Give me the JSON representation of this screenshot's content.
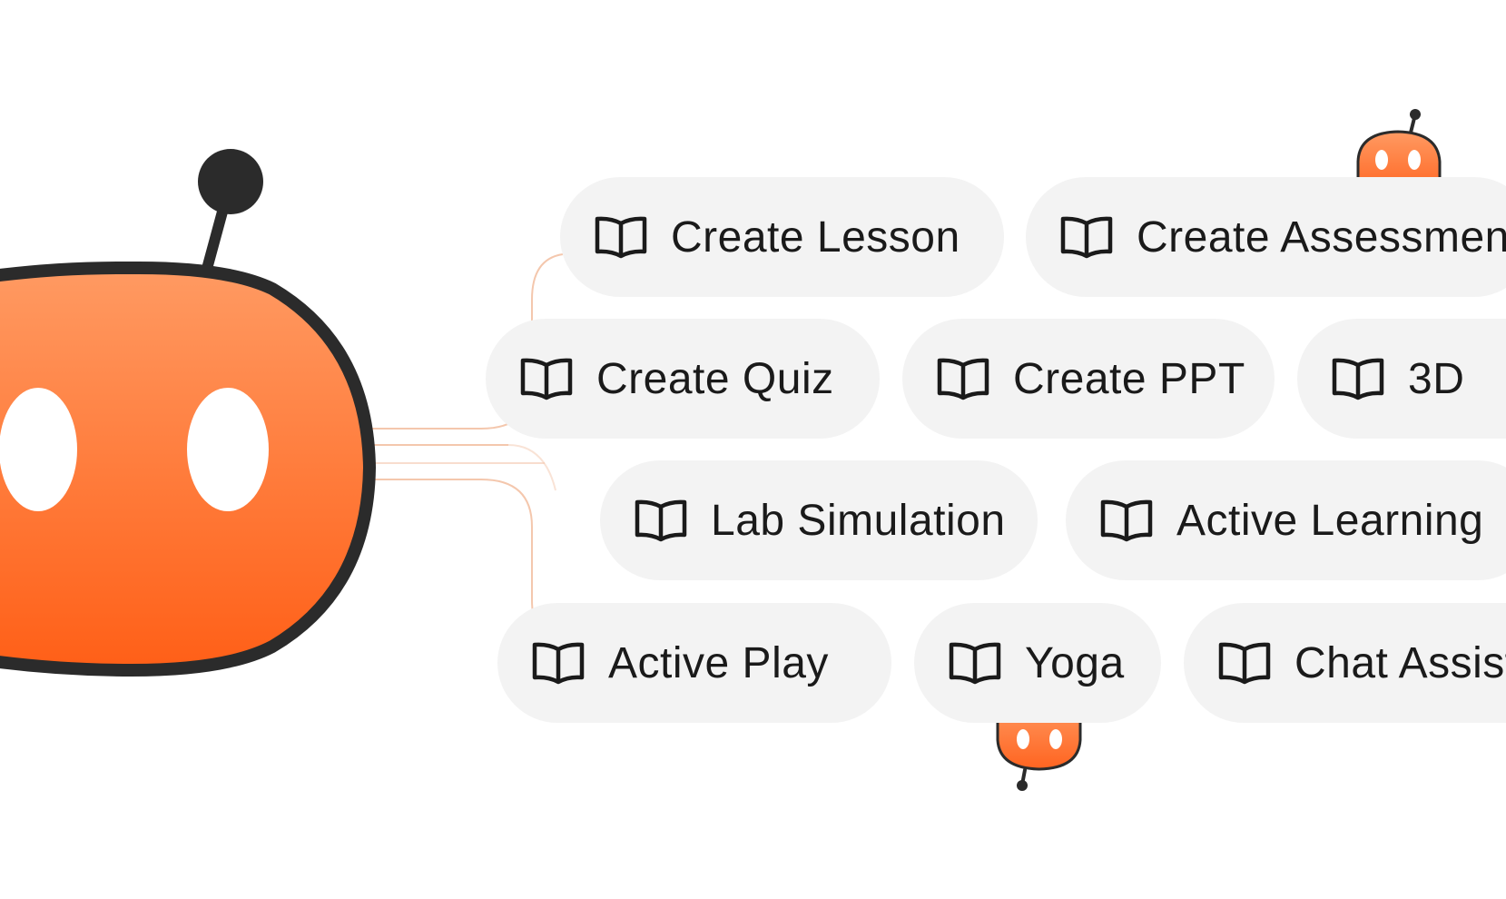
{
  "accent": {
    "orange_top": "#ff9a62",
    "orange_bottom": "#ff5f17",
    "outline": "#2b2b2b",
    "pill_background": "#f3f3f3",
    "connector_line": "#f4c7ad"
  },
  "pill_icon": "book-open-icon",
  "actions": [
    {
      "id": "create-lesson",
      "label": "Create Lesson"
    },
    {
      "id": "create-assessment",
      "label": "Create Assessment"
    },
    {
      "id": "create-quiz",
      "label": "Create Quiz"
    },
    {
      "id": "create-ppt",
      "label": "Create PPT"
    },
    {
      "id": "3d",
      "label": "3D"
    },
    {
      "id": "lab-simulation",
      "label": "Lab Simulation"
    },
    {
      "id": "active-learning",
      "label": "Active Learning"
    },
    {
      "id": "active-play",
      "label": "Active Play"
    },
    {
      "id": "yoga",
      "label": "Yoga"
    },
    {
      "id": "chat-assistant",
      "label": "Chat Assistant"
    }
  ]
}
